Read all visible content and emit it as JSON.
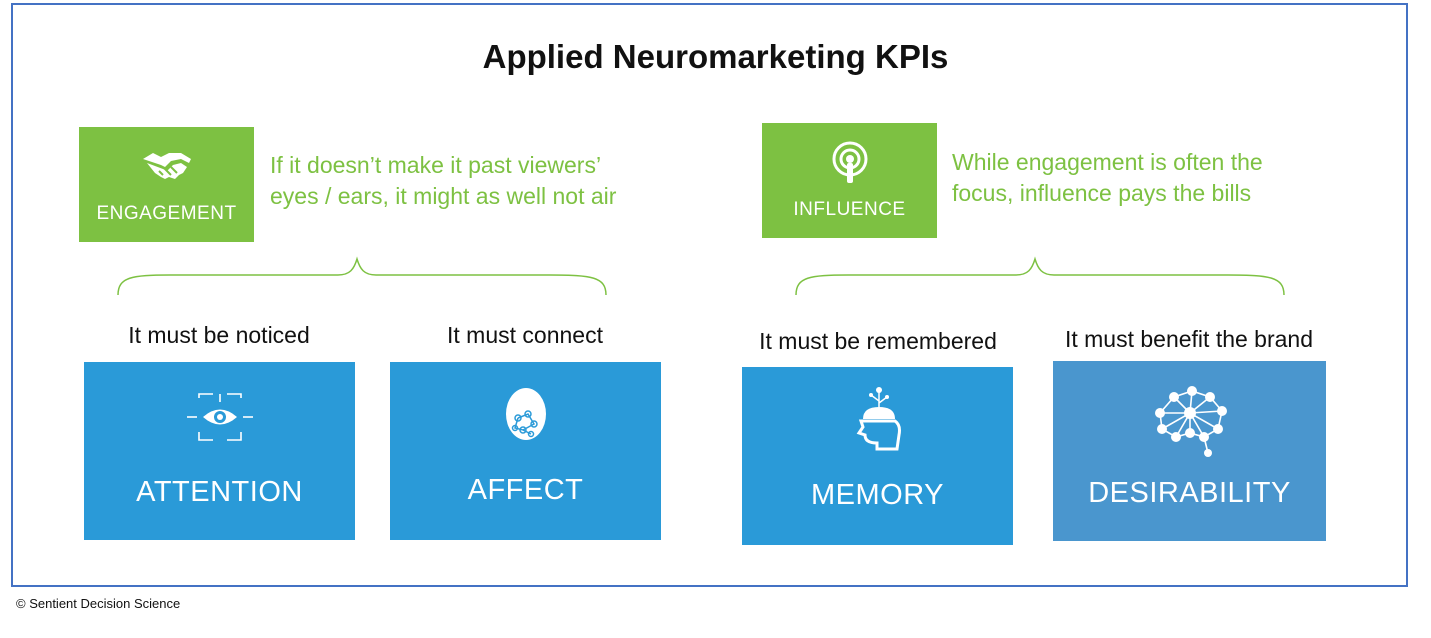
{
  "title": "Applied Neuromarketing KPIs",
  "colors": {
    "green": "#7dc142",
    "blue": "#2a9ad8",
    "blue_light": "#4a96ce",
    "frame": "#4472c4"
  },
  "engagement": {
    "label": "ENGAGEMENT",
    "icon": "handshake-icon",
    "tagline_line1": "If it doesn’t make it past viewers’",
    "tagline_line2": "eyes / ears, it might as well not air"
  },
  "influence": {
    "label": "INFLUENCE",
    "icon": "podcast-icon",
    "tagline_line1": "While engagement is often the",
    "tagline_line2": "focus, influence pays the bills"
  },
  "kpis": [
    {
      "caption": "It must be noticed",
      "label": "ATTENTION",
      "icon": "eye-focus-icon"
    },
    {
      "caption": "It must connect",
      "label": "AFFECT",
      "icon": "face-icon"
    },
    {
      "caption": "It must be remembered",
      "label": "MEMORY",
      "icon": "head-memory-icon"
    },
    {
      "caption": "It must benefit the brand",
      "label": "DESIRABILITY",
      "icon": "brain-network-icon"
    }
  ],
  "copyright": "© Sentient Decision Science"
}
